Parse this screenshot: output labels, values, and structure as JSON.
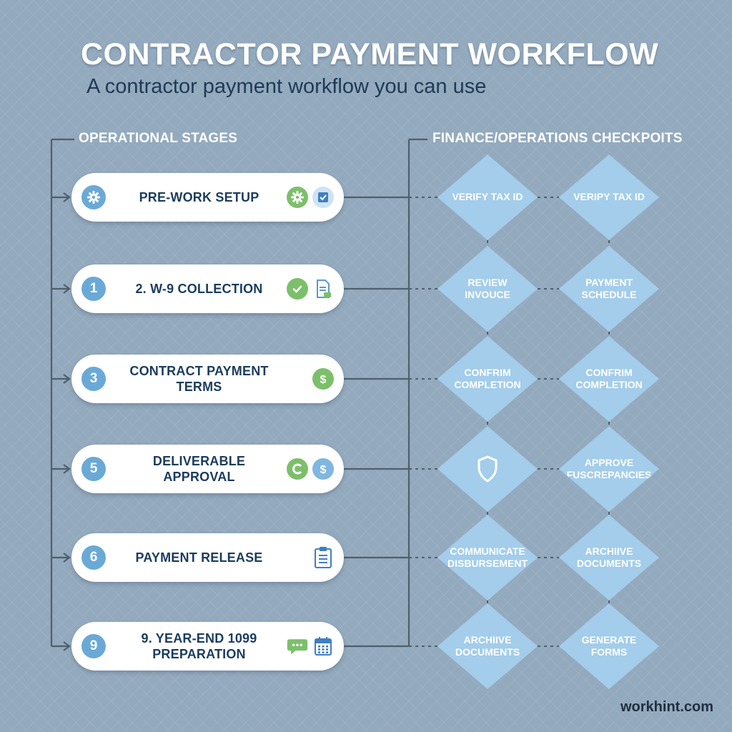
{
  "header": {
    "title": "CONTRACTOR PAYMENT WORKFLOW",
    "subtitle": "A contractor payment workflow  you can use"
  },
  "sections": {
    "left_label": "OPERATIONAL STAGES",
    "right_label": "FINANCE/OPERATIONS CHECKPOITS"
  },
  "stages": [
    {
      "badge": "",
      "badge_icon": "gear-icon",
      "label": "PRE-WORK SETUP",
      "icons": [
        "gear-icon",
        "checkbox-icon"
      ]
    },
    {
      "badge": "1",
      "label": "2. W-9 COLLECTION",
      "icons": [
        "check-circle-icon",
        "document-icon"
      ]
    },
    {
      "badge": "3",
      "label": "CONTRACT PAYMENT TERMS",
      "icons": [
        "dollar-icon"
      ]
    },
    {
      "badge": "5",
      "label": "DELIVERABLE APPROVAL",
      "icons": [
        "approval-icon",
        "dollar-icon"
      ]
    },
    {
      "badge": "6",
      "label": "PAYMENT RELEASE",
      "icons": [
        "clipboard-icon"
      ]
    },
    {
      "badge": "9",
      "label": "9. YEAR-END 1099 PREPARATION",
      "icons": [
        "chat-icon",
        "calendar-icon"
      ]
    }
  ],
  "checkpoints": [
    [
      "VERIFY TAX ID",
      "VERIPY TAX ID"
    ],
    [
      "REVIEW INVOUCE",
      "PAYMENT SCHEDULE"
    ],
    [
      "CONFRIM COMPLETION",
      "CONFRIM COMPLETION"
    ],
    [
      "",
      "APPROVE FUSCREPANCIES"
    ],
    [
      "COMMUNICATE DISBURSEMENT",
      "ARCHIIVE DOCUMENTS"
    ],
    [
      "ARCHIIVE DOCUMENTS",
      "GENERATE FORMS"
    ]
  ],
  "checkpoint_icons": {
    "3": {
      "0": "shield-icon"
    }
  },
  "footer": {
    "brand": "workhint.com"
  },
  "colors": {
    "background": "#93a9bd",
    "title": "#ffffff",
    "subtitle": "#1e3a55",
    "stage_text": "#1b3c5e",
    "badge": "#6aa9d6",
    "diamond": "#a3cdea",
    "connector": "#4e5f6e",
    "green_icon": "#7cbf6a",
    "blue_icon": "#7fb7e0"
  }
}
